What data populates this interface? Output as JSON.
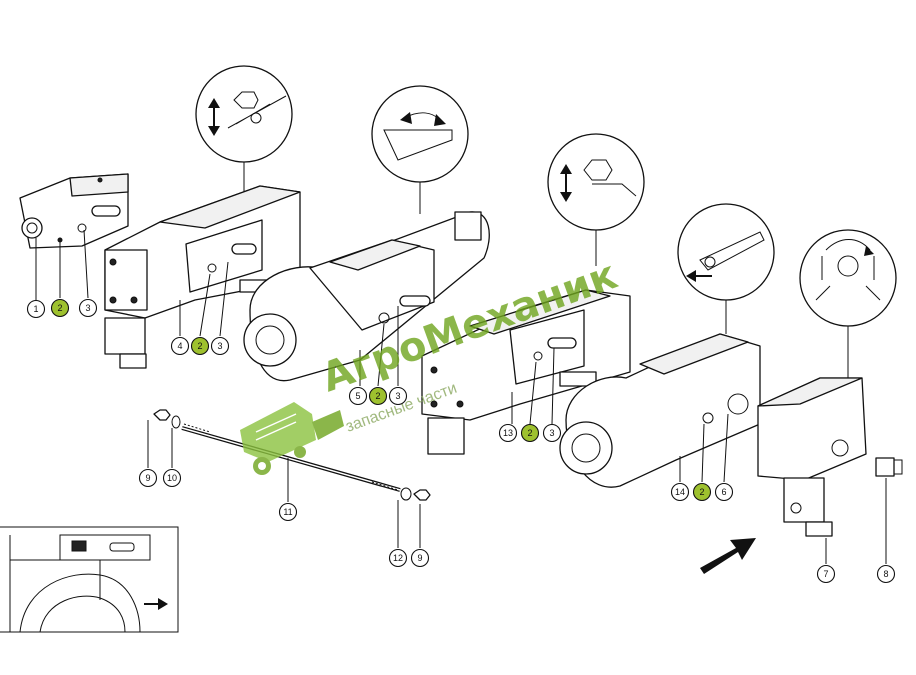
{
  "watermark": {
    "brand": "АгроМеханик",
    "tagline": "запасные части"
  },
  "callouts": [
    {
      "id": "c1",
      "label": "1",
      "highlighted": false
    },
    {
      "id": "c2a",
      "label": "2",
      "highlighted": true
    },
    {
      "id": "c3a",
      "label": "3",
      "highlighted": false
    },
    {
      "id": "c4",
      "label": "4",
      "highlighted": false
    },
    {
      "id": "c2b",
      "label": "2",
      "highlighted": true
    },
    {
      "id": "c3b",
      "label": "3",
      "highlighted": false
    },
    {
      "id": "c5",
      "label": "5",
      "highlighted": false
    },
    {
      "id": "c2c",
      "label": "2",
      "highlighted": true
    },
    {
      "id": "c3c",
      "label": "3",
      "highlighted": false
    },
    {
      "id": "c13",
      "label": "13",
      "highlighted": false
    },
    {
      "id": "c2d",
      "label": "2",
      "highlighted": true
    },
    {
      "id": "c3d",
      "label": "3",
      "highlighted": false
    },
    {
      "id": "c14",
      "label": "14",
      "highlighted": false
    },
    {
      "id": "c2e",
      "label": "2",
      "highlighted": true
    },
    {
      "id": "c6",
      "label": "6",
      "highlighted": false
    },
    {
      "id": "c9a",
      "label": "9",
      "highlighted": false
    },
    {
      "id": "c10",
      "label": "10",
      "highlighted": false
    },
    {
      "id": "c11",
      "label": "11",
      "highlighted": false
    },
    {
      "id": "c12",
      "label": "12",
      "highlighted": false
    },
    {
      "id": "c9b",
      "label": "9",
      "highlighted": false
    },
    {
      "id": "c7",
      "label": "7",
      "highlighted": false
    },
    {
      "id": "c8",
      "label": "8",
      "highlighted": false
    }
  ],
  "colors": {
    "highlight": "#9ec12e",
    "watermark_green": "#6fa51e",
    "watermark_light": "#8cc33f",
    "line": "#111111"
  },
  "icons": [
    "up-down-arrow-icon",
    "swing-arrow-icon",
    "rotation-arrows-icon",
    "direction-arrow-icon"
  ]
}
